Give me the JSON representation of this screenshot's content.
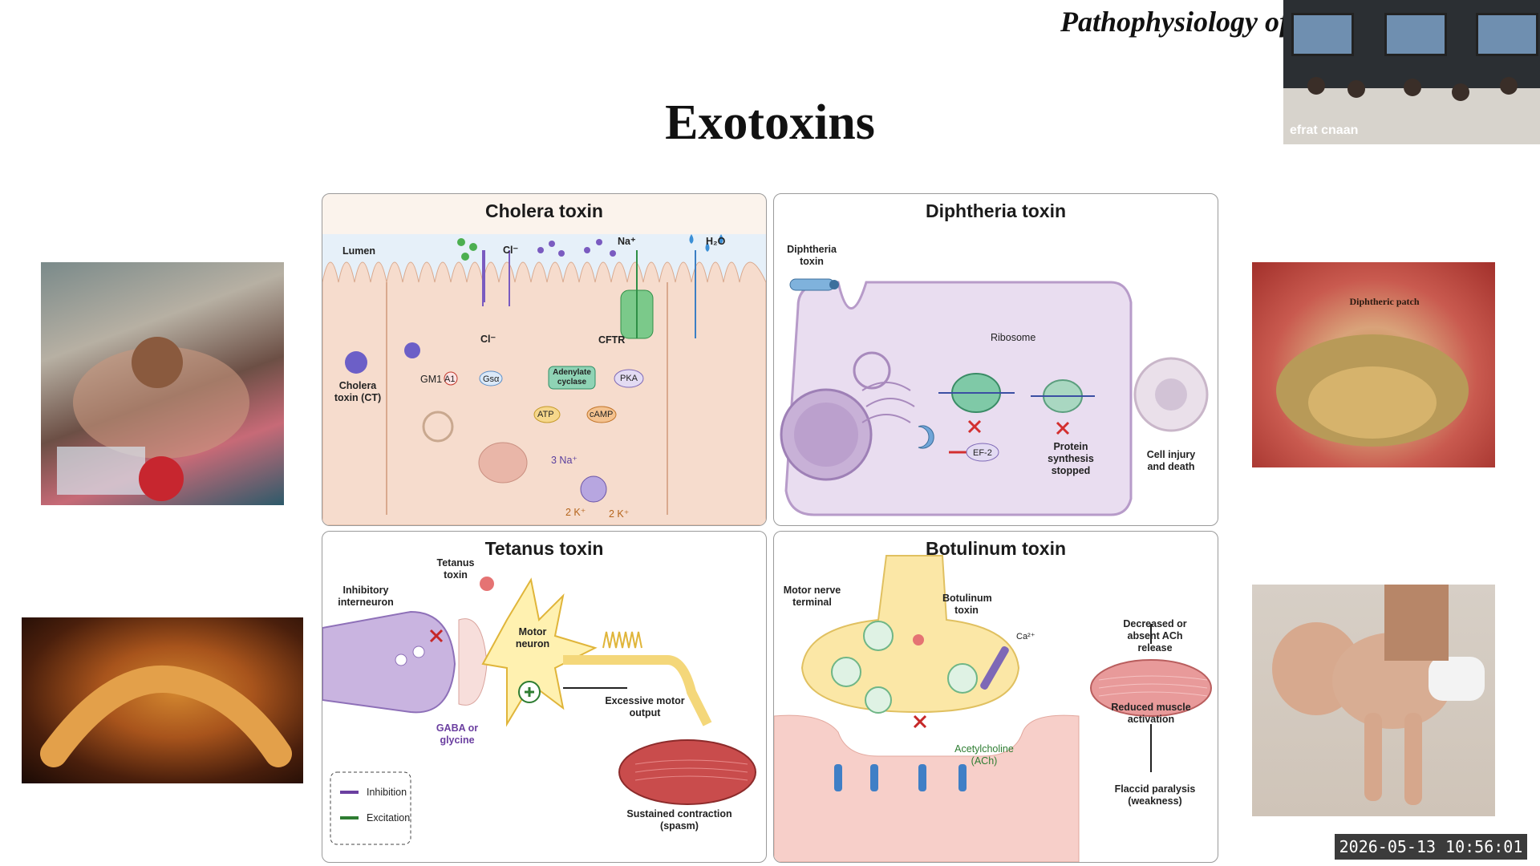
{
  "header": {
    "title": "Pathophysiology of"
  },
  "slide": {
    "title": "Exotoxins"
  },
  "webcam": {
    "name": "efrat cnaan"
  },
  "timestamp": "2026-05-13 10:56:01",
  "photos": {
    "diphtheria_label": "Diphtheric patch"
  },
  "panels": {
    "cholera": {
      "title": "Cholera toxin",
      "labels": {
        "lumen": "Lumen",
        "cl_top": "Cl⁻",
        "cl_mid": "Cl⁻",
        "na": "Na⁺",
        "h2o": "H₂O",
        "cftr": "CFTR",
        "toxin": "Cholera toxin (CT)",
        "gm1": "GM1",
        "a1": "A1",
        "gsa": "Gsα",
        "adenylate": "Adenylate cyclase",
        "pka": "PKA",
        "atp": "ATP",
        "camp": "cAMP",
        "na3": "3 Na⁺",
        "k2a": "2 K⁺",
        "k2b": "2 K⁺"
      }
    },
    "diphtheria": {
      "title": "Diphtheria toxin",
      "labels": {
        "toxin": "Diphtheria toxin",
        "ribosome": "Ribosome",
        "ef2": "EF-2",
        "stopped": "Protein synthesis stopped",
        "injury": "Cell injury and death"
      }
    },
    "tetanus": {
      "title": "Tetanus toxin",
      "labels": {
        "interneuron": "Inhibitory interneuron",
        "toxin": "Tetanus toxin",
        "motor": "Motor neuron",
        "gaba": "GABA or glycine",
        "output": "Excessive motor output",
        "contraction": "Sustained contraction (spasm)",
        "legend_inhibition": "Inhibition",
        "legend_excitation": "Excitation"
      }
    },
    "botulinum": {
      "title": "Botulinum toxin",
      "labels": {
        "terminal": "Motor nerve terminal",
        "toxin": "Botulinum toxin",
        "ca": "Ca²⁺",
        "decreased": "Decreased or absent ACh release",
        "ach": "Acetylcholine (ACh)",
        "reduced": "Reduced muscle activation",
        "flaccid": "Flaccid paralysis (weakness)"
      }
    }
  },
  "colors": {
    "inhibition": "#6b3fa0",
    "excitation": "#2e7d32"
  }
}
